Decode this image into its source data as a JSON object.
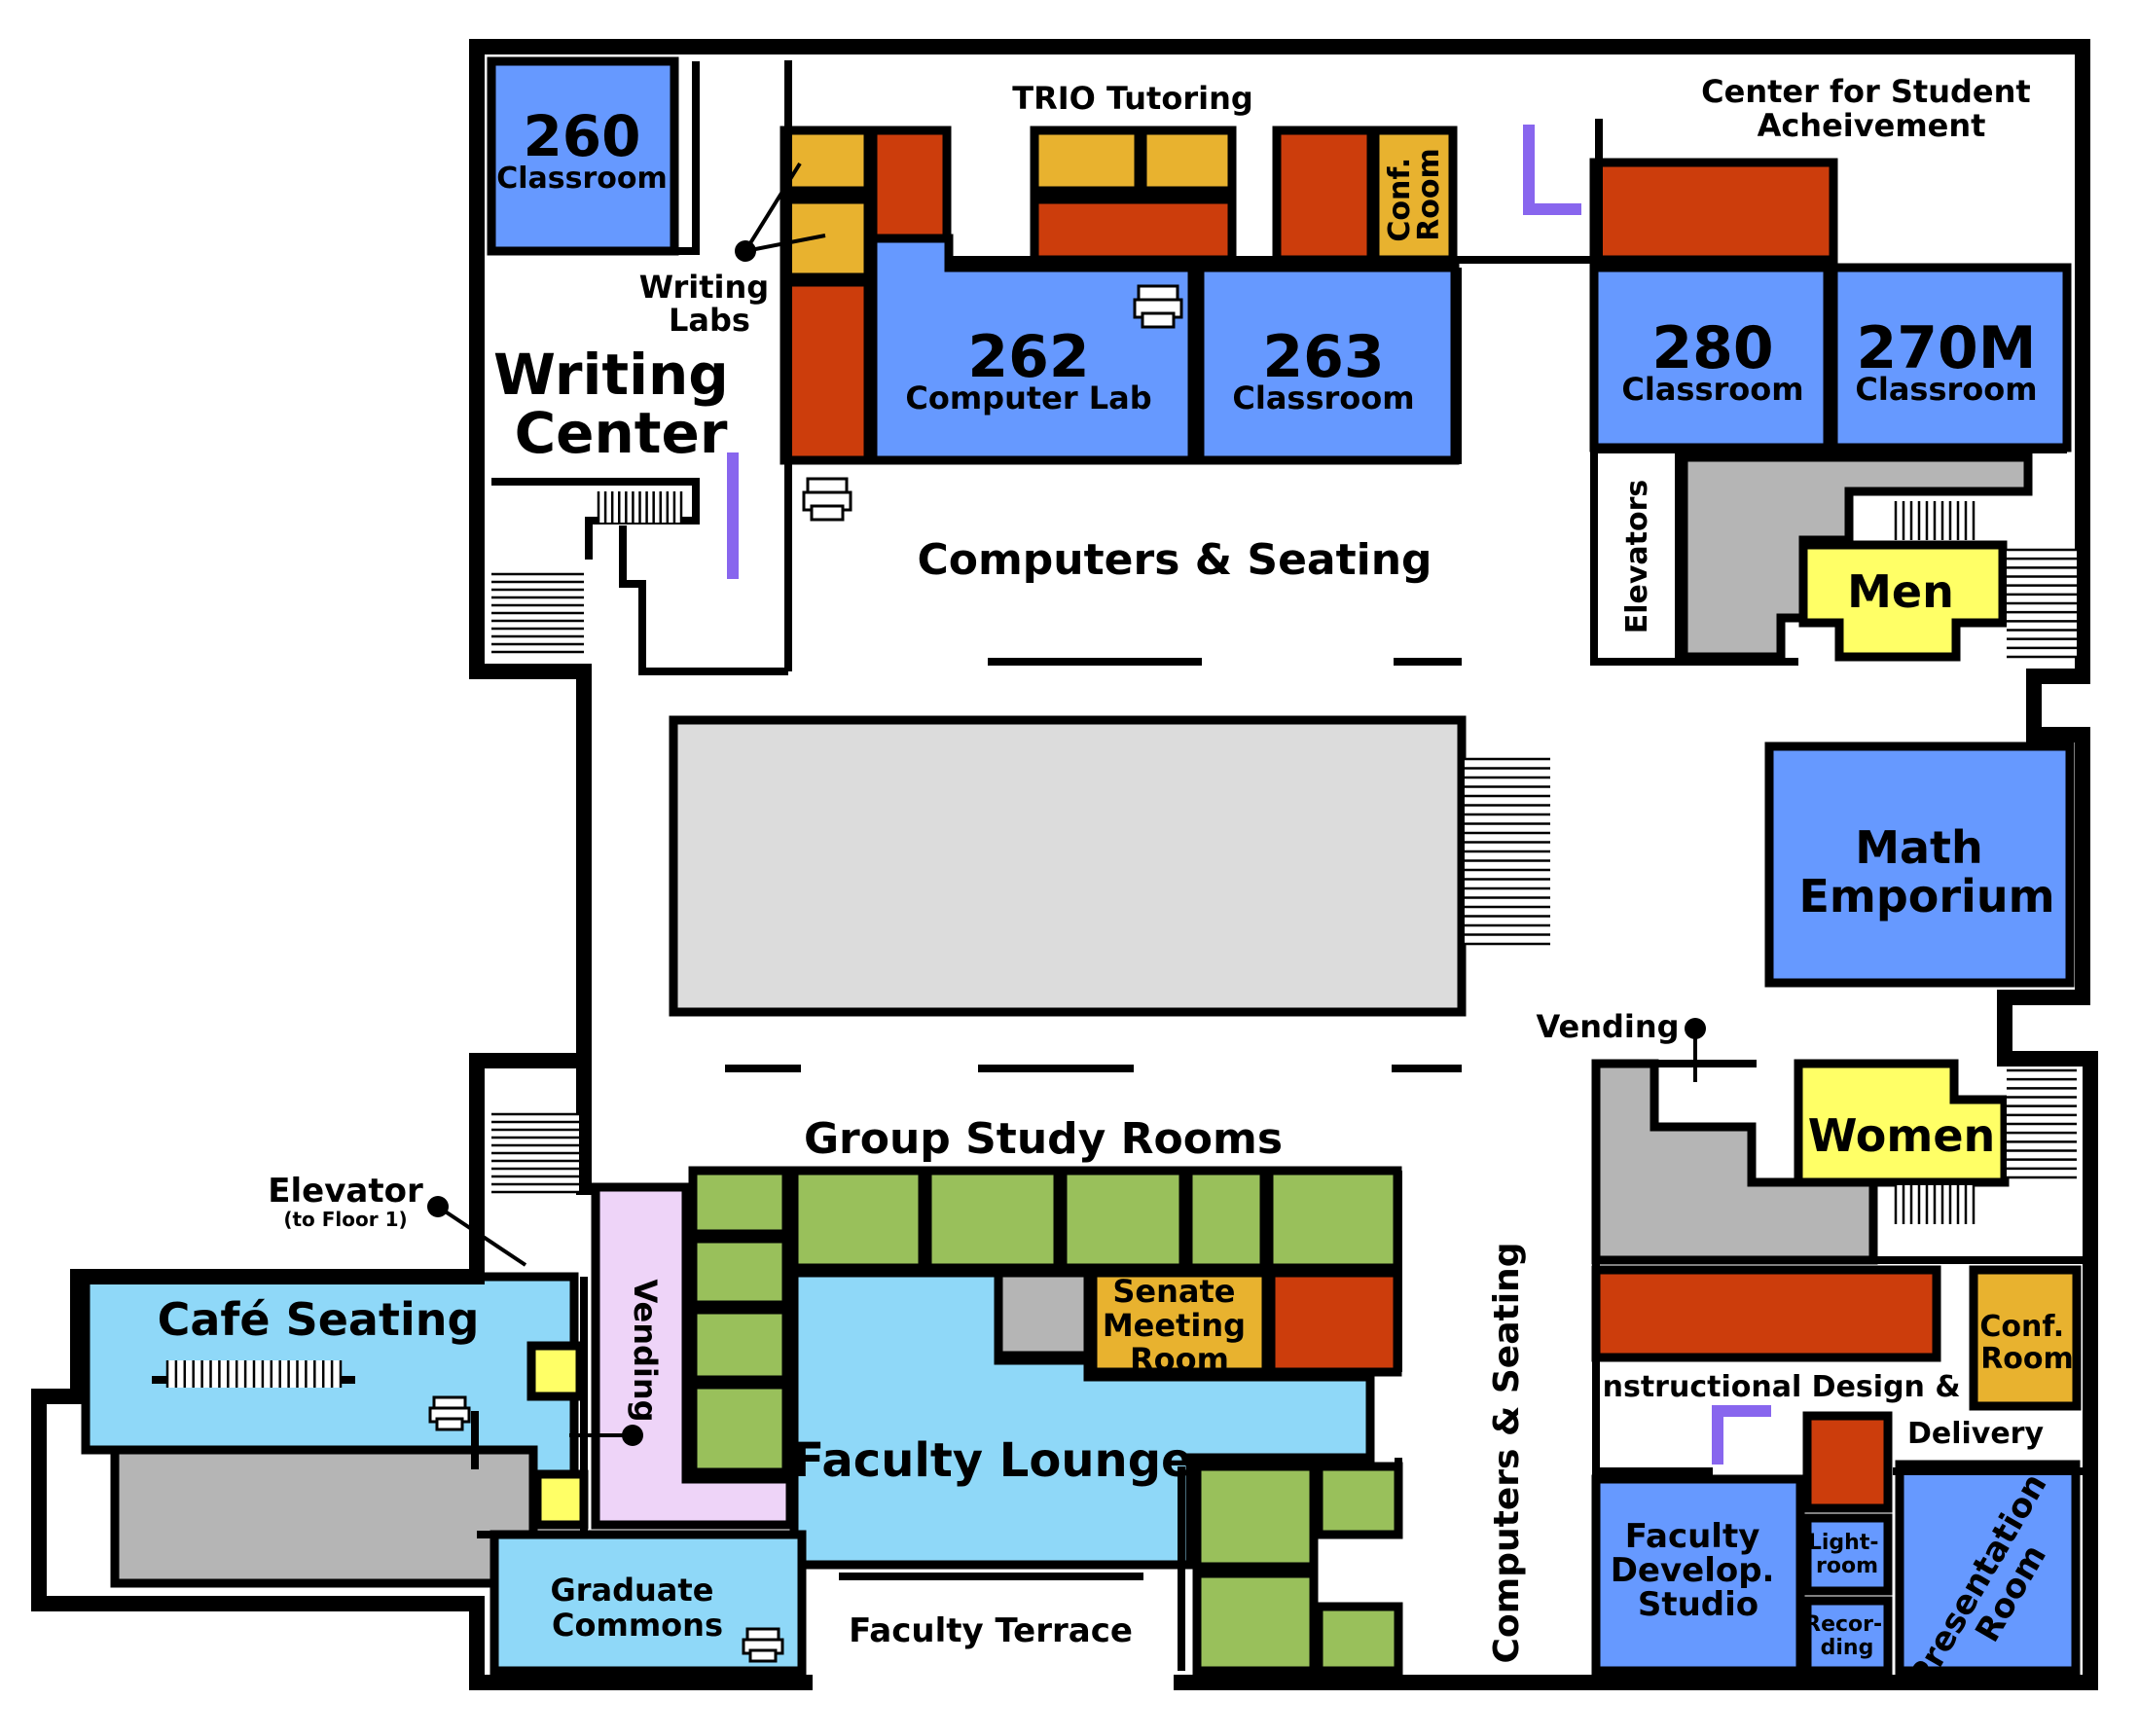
{
  "colors": {
    "classroom": "#6699ff",
    "tutoring": "#e8b22f",
    "office": "#cc3d0c",
    "restroom": "#ffff66",
    "study": "#99c05b",
    "lounge": "#8fd8f8",
    "vending": "#eed4f8",
    "service": "#b5b5b5",
    "atrium": "#dcdcdc",
    "marker": "#8866ee"
  },
  "icons": [
    "printer-icon",
    "elevator-pointer-dot",
    "arrow-icon",
    "stairs-icon"
  ],
  "rooms": {
    "r260": {
      "number": "260",
      "label": "Classroom"
    },
    "r262": {
      "number": "262",
      "label": "Computer Lab"
    },
    "r263": {
      "number": "263",
      "label": "Classroom"
    },
    "r280": {
      "number": "280",
      "label": "Classroom"
    },
    "r270m": {
      "number": "270M",
      "label": "Classroom"
    },
    "writing_center": [
      "Writing",
      "Center"
    ],
    "writing_labs": [
      "Writing",
      "Labs"
    ],
    "trio": "TRIO Tutoring",
    "conf_top": [
      "Conf.",
      "Room"
    ],
    "csa": [
      "Center for Student",
      "Acheivement"
    ],
    "elevators": "Elevators",
    "men": "Men",
    "women": "Women",
    "math": [
      "Math",
      "Emporium"
    ],
    "vending_right": "Vending",
    "vending_left": "Vending",
    "group_study": "Group Study Rooms",
    "senate": [
      "Senate",
      "Meeting",
      "Room"
    ],
    "faculty_lounge": "Faculty Lounge",
    "faculty_terrace": "Faculty Terrace",
    "graduate": [
      "Graduate",
      "Commons"
    ],
    "cafe": "Café Seating",
    "elevator_left": "Elevator",
    "elevator_left_sub": "(to Floor 1)",
    "computers_top": "Computers & Seating",
    "computers_side": "Computers & Seating",
    "instructional": "Instructional Design &",
    "delivery": "Delivery",
    "conf_right": [
      "Conf.",
      "Room"
    ],
    "faculty_studio": [
      "Faculty",
      "Develop.",
      "Studio"
    ],
    "lightroom": [
      "Light-",
      "room"
    ],
    "recording": [
      "Recor-",
      "ding"
    ],
    "presentation": [
      "Presentation",
      "Room"
    ]
  }
}
